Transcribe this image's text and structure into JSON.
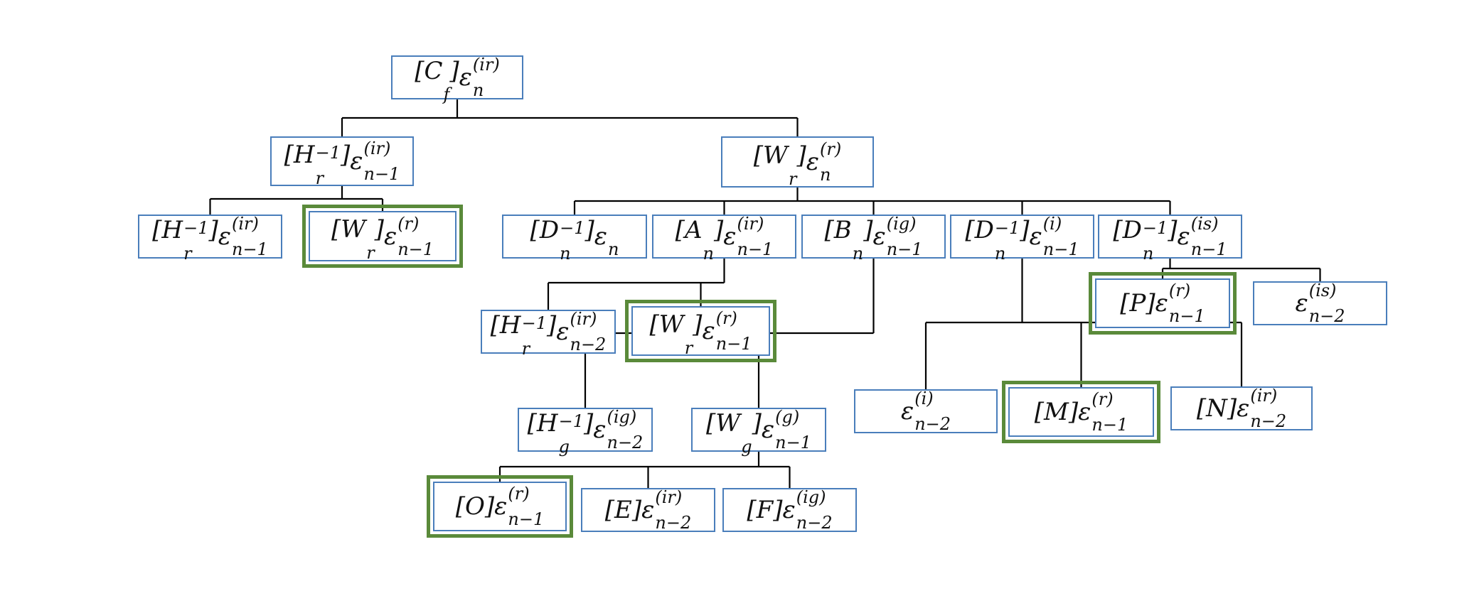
{
  "nodes": [
    {
      "id": "root",
      "pre": "[C_f]",
      "sup": "(ir)",
      "sub": "n",
      "hl": false
    },
    {
      "id": "hr1",
      "pre": "[H_r^-1]",
      "sup": "(ir)",
      "sub": "n−1",
      "hl": false
    },
    {
      "id": "wr1",
      "pre": "[W_r]",
      "sup": "(r)",
      "sub": "n",
      "hl": false
    },
    {
      "id": "hr2",
      "pre": "[H_r^-1]",
      "sup": "(ir)",
      "sub": "n−1",
      "hl": false
    },
    {
      "id": "wr2",
      "pre": "[W_r]",
      "sup": "(r)",
      "sub": "n−1",
      "hl": true
    },
    {
      "id": "dn1",
      "pre": "[D_n^-1]",
      "sup": "",
      "sub": "n",
      "hl": false
    },
    {
      "id": "an",
      "pre": "[A_n]",
      "sup": "(ir)",
      "sub": "n−1",
      "hl": false
    },
    {
      "id": "bn",
      "pre": "[B_n]",
      "sup": "(ig)",
      "sub": "n−1",
      "hl": false
    },
    {
      "id": "dn2",
      "pre": "[D_n^-1]",
      "sup": "(i)",
      "sub": "n−1",
      "hl": false
    },
    {
      "id": "dn3",
      "pre": "[D_n^-1]",
      "sup": "(is)",
      "sub": "n−1",
      "hl": false
    },
    {
      "id": "hr3",
      "pre": "[H_r^-1]",
      "sup": "(ir)",
      "sub": "n−2",
      "hl": false
    },
    {
      "id": "wr3",
      "pre": "[W_r]",
      "sup": "(r)",
      "sub": "n−1",
      "hl": true
    },
    {
      "id": "p",
      "pre": "[P]",
      "sup": "(r)",
      "sub": "n−1",
      "hl": true
    },
    {
      "id": "eis",
      "pre": "",
      "sup": "(is)",
      "sub": "n−2",
      "hl": false
    },
    {
      "id": "hg",
      "pre": "[H_g^-1]",
      "sup": "(ig)",
      "sub": "n−2",
      "hl": false
    },
    {
      "id": "wg",
      "pre": "[W_g]",
      "sup": "(g)",
      "sub": "n−1",
      "hl": false
    },
    {
      "id": "ei",
      "pre": "",
      "sup": "(i)",
      "sub": "n−2",
      "hl": false
    },
    {
      "id": "m",
      "pre": "[M]",
      "sup": "(r)",
      "sub": "n−1",
      "hl": true
    },
    {
      "id": "nn",
      "pre": "[N]",
      "sup": "(ir)",
      "sub": "n−2",
      "hl": false
    },
    {
      "id": "o",
      "pre": "[O]",
      "sup": "(r)",
      "sub": "n−1",
      "hl": true
    },
    {
      "id": "e",
      "pre": "[E]",
      "sup": "(ir)",
      "sub": "n−2",
      "hl": false
    },
    {
      "id": "f",
      "pre": "[F]",
      "sup": "(ig)",
      "sub": "n−2",
      "hl": false
    }
  ],
  "edges": [
    [
      "root",
      "hr1"
    ],
    [
      "root",
      "wr1"
    ],
    [
      "hr1",
      "hr2"
    ],
    [
      "hr1",
      "wr2"
    ],
    [
      "wr1",
      "dn1"
    ],
    [
      "wr1",
      "an"
    ],
    [
      "wr1",
      "bn"
    ],
    [
      "wr1",
      "dn2"
    ],
    [
      "wr1",
      "dn3"
    ],
    [
      "an",
      "hr3"
    ],
    [
      "an",
      "wr3"
    ],
    [
      "dn3",
      "p"
    ],
    [
      "dn3",
      "eis"
    ],
    [
      "bn",
      "hg"
    ],
    [
      "bn",
      "wg"
    ],
    [
      "dn2",
      "ei"
    ],
    [
      "dn2",
      "m"
    ],
    [
      "dn2",
      "nn"
    ],
    [
      "wg",
      "o"
    ],
    [
      "wg",
      "e"
    ],
    [
      "wg",
      "f"
    ]
  ],
  "colors": {
    "node_border": "#4a7ebb",
    "highlight": "#5a8a3a",
    "line": "#000000"
  }
}
